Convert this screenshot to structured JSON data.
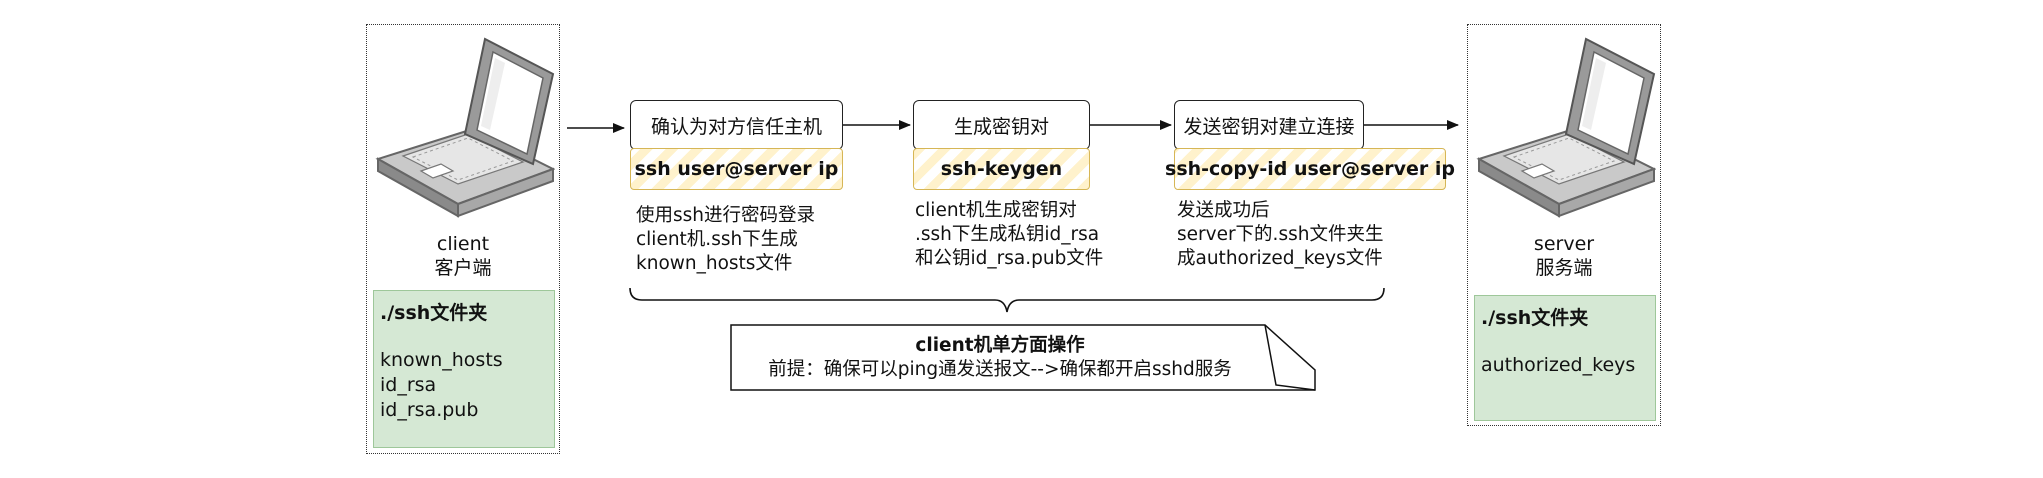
{
  "client": {
    "label_line1": "client",
    "label_line2": "客户端",
    "folder_title": "./ssh文件夹",
    "files": [
      "known_hosts",
      "id_rsa",
      "id_rsa.pub"
    ]
  },
  "server": {
    "label_line1": "server",
    "label_line2": "服务端",
    "folder_title": "./ssh文件夹",
    "files": [
      "authorized_keys"
    ]
  },
  "steps": [
    {
      "title": "确认为对方信任主机",
      "command": "ssh  user@server ip",
      "desc": [
        "使用ssh进行密码登录",
        "client机.ssh下生成",
        "known_hosts文件"
      ]
    },
    {
      "title": "生成密钥对",
      "command": "ssh-keygen",
      "desc": [
        "client机生成密钥对",
        ".ssh下生成私钥id_rsa",
        "和公钥id_rsa.pub文件"
      ]
    },
    {
      "title": "发送密钥对建立连接",
      "command": "ssh-copy-id  user@server ip",
      "desc": [
        "发送成功后",
        "server下的.ssh文件夹生",
        "成authorized_keys文件"
      ]
    }
  ],
  "note": {
    "title": "client机单方面操作",
    "text": "前提：确保可以ping通发送报文-->确保都开启sshd服务"
  },
  "colors": {
    "folder_fill": "#d5e8d4",
    "command_fill": "#fff2cc",
    "command_border": "#d6b656"
  }
}
